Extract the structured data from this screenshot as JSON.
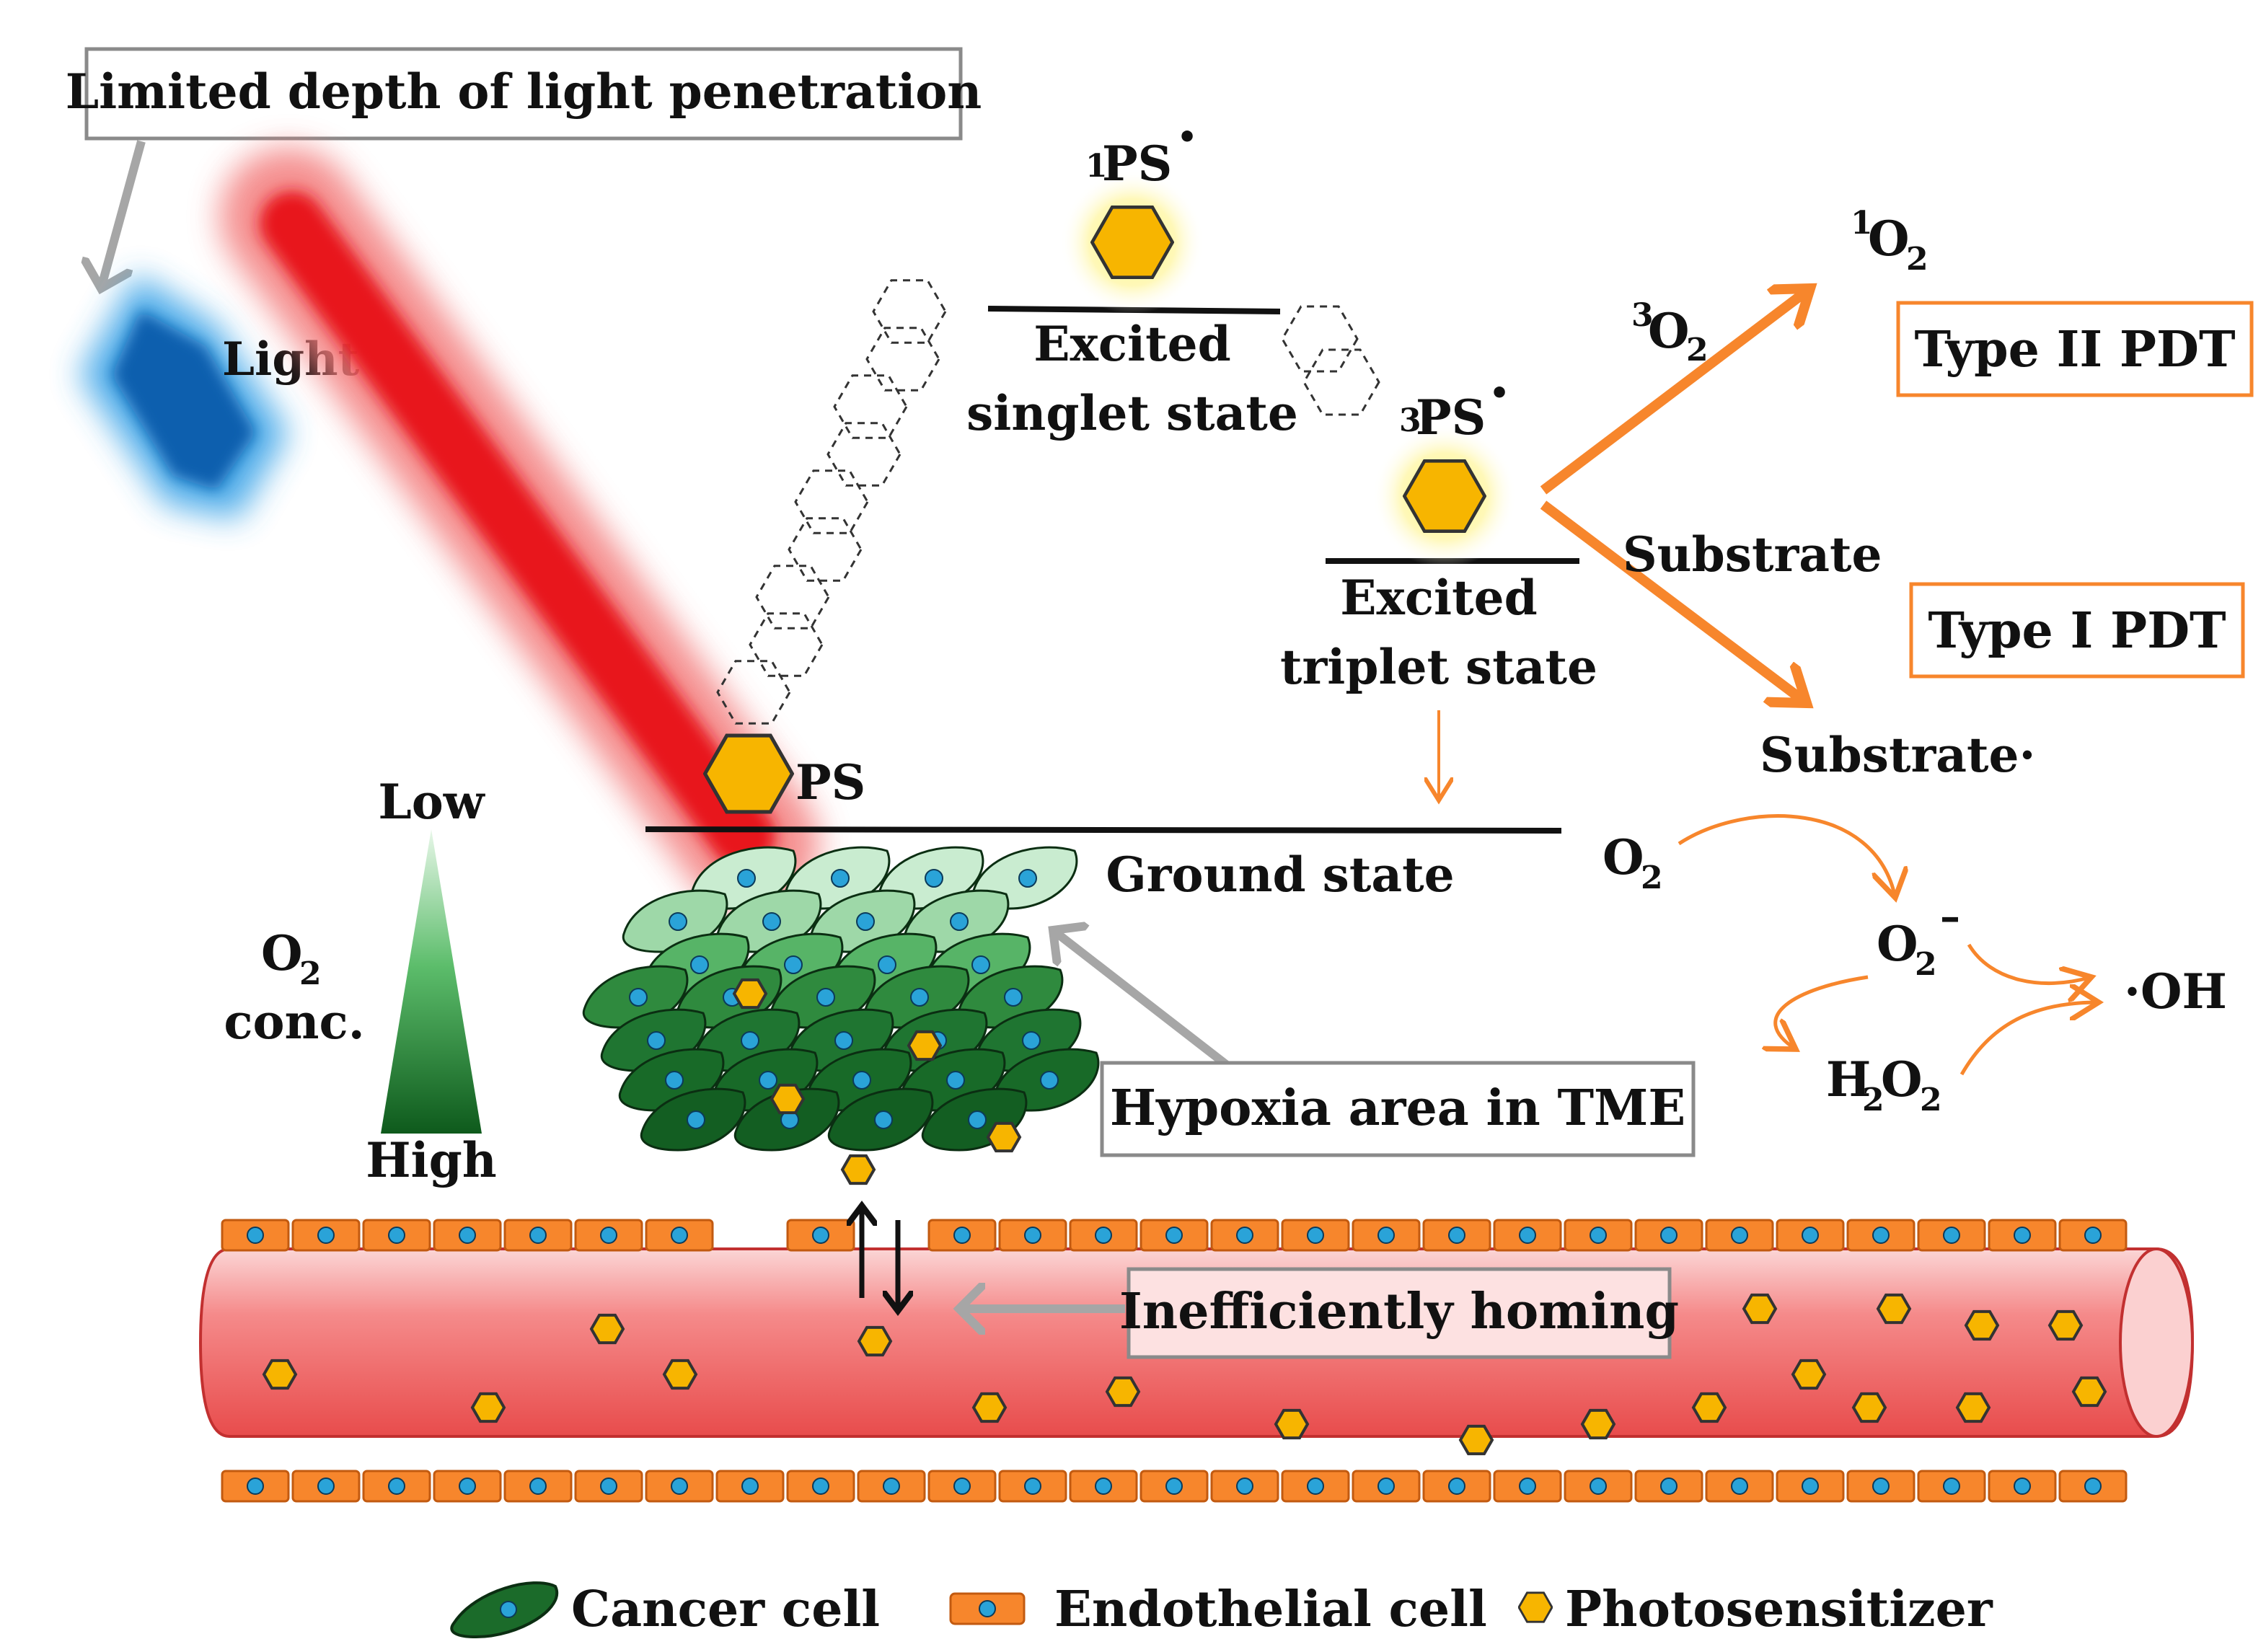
{
  "title_box": "Limited depth of light penetration",
  "light_label": "Light",
  "ps_excited_singlet": {
    "sup": "1",
    "text": "PS",
    "dot": "•"
  },
  "ps_excited_triplet": {
    "sup": "3",
    "text": "PS",
    "dot": "•"
  },
  "ps_ground": "PS",
  "state_labels": {
    "singlet_line1": "Excited",
    "singlet_line2": "singlet state",
    "triplet_line1": "Excited",
    "triplet_line2": "triplet state",
    "ground": "Ground state"
  },
  "reactions": {
    "triplet_oxygen": {
      "sup": "3",
      "base": "O",
      "sub": "2"
    },
    "singlet_oxygen": {
      "sup": "1",
      "base": "O",
      "sub": "2"
    },
    "substrate": "Substrate",
    "substrate_radical": "Substrate·",
    "oxygen": {
      "base": "O",
      "sub": "2"
    },
    "superoxide": {
      "base": "O",
      "sub": "2",
      "sup": "–"
    },
    "hydrogen_peroxide": {
      "h": "H",
      "h_sub": "2",
      "o": "O",
      "o_sub": "2"
    },
    "hydroxyl": "·OH"
  },
  "pdt_types": {
    "type2": "Type II PDT",
    "type1": "Type I PDT"
  },
  "o2_gradient": {
    "low": "Low",
    "high": "High",
    "o2": {
      "base": "O",
      "sub": "2"
    },
    "conc": "conc."
  },
  "hypoxia_label": "Hypoxia area in TME",
  "homing_label": "Inefficiently homing",
  "legend": {
    "cancer_cell": "Cancer cell",
    "endothelial_cell": "Endothelial cell",
    "photosensitizer": "Photosensitizer"
  },
  "colors": {
    "light_beam": "#e8121a",
    "light_source": "#1a7fd0",
    "photosensitizer": "#f7b500",
    "reaction_arrow": "#f7862c",
    "endothelial": "#f7862c",
    "nucleus": "#2aa3d8",
    "vessel": "#f26d6d",
    "cancer_dark": "#1b6b2a",
    "cancer_light": "#b9e3c0"
  }
}
